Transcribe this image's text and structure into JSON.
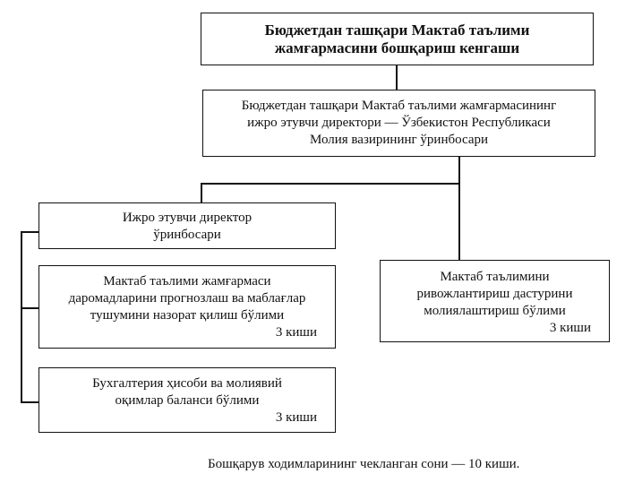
{
  "council": {
    "title": "Бюджетдан ташқари Мактаб таълими\nжамғармасини бошқариш кенгаши"
  },
  "director": {
    "title": "Бюджетдан ташқари Мактаб таълими жамғармасининг\nижро этувчи директори — Ўзбекистон Республикаси\nМолия вазирининг ўринбосари"
  },
  "deputy": {
    "title": "Ижро этувчи директор\nўринбосари"
  },
  "departments": [
    {
      "title": "Мактаб таълими жамғармаси\nдаромадларини прогнозлаш ва маблағлар\nтушумини назорат қилиш бўлими",
      "count": "3 киши"
    },
    {
      "title": "Бухгалтерия ҳисоби ва молиявий\nоқимлар баланси бўлими",
      "count": "3 киши"
    },
    {
      "title": "Мактаб таълимини\nривожлантириш дастурини\nмолиялаштириш бўлими",
      "count": "3 киши"
    }
  ],
  "footer": "Бошқарув ходимларининг чекланган сони — 10 киши."
}
